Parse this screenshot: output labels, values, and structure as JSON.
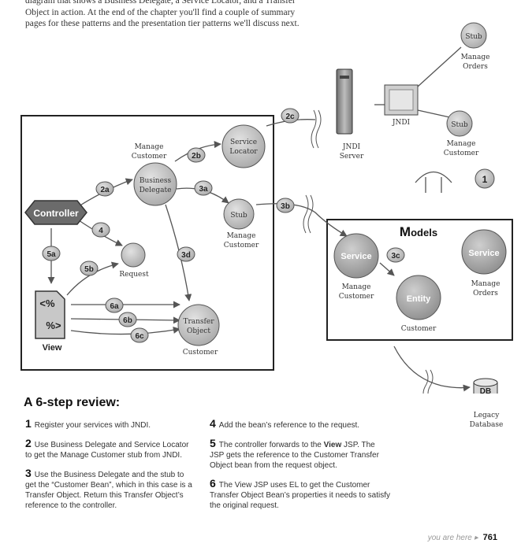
{
  "intro": "diagram that shows a Business Delegate, a Service Locator, and a Transfer Object in action. At the end of the chapter you'll find a couple of summary pages for these patterns and the presentation tier patterns we'll discuss next.",
  "diagram": {
    "controller": "Controller",
    "view": "View",
    "view_glyph_top": "<%",
    "view_glyph_bottom": "%>",
    "business_delegate": {
      "line1": "Business",
      "line2": "Delegate",
      "caption1": "Manage",
      "caption2": "Customer"
    },
    "service_locator": {
      "line1": "Service",
      "line2": "Locator"
    },
    "stub_center": {
      "label": "Stub",
      "caption1": "Manage",
      "caption2": "Customer"
    },
    "request": "Request",
    "transfer_object": {
      "line1": "Transfer",
      "line2": "Object",
      "caption": "Customer"
    },
    "jndi_server": {
      "line1": "JNDI",
      "line2": "Server"
    },
    "jndi": "JNDI",
    "stub_orders": {
      "label": "Stub",
      "caption1": "Manage",
      "caption2": "Orders"
    },
    "stub_customer": {
      "label": "Stub",
      "caption1": "Manage",
      "caption2": "Customer"
    },
    "step_one": "1",
    "models": {
      "title_first": "M",
      "title_rest": "odels",
      "service_left": "Service",
      "service_left_caption1": "Manage",
      "service_left_caption2": "Customer",
      "entity": "Entity",
      "entity_caption": "Customer",
      "service_right": "Service",
      "service_right_caption1": "Manage",
      "service_right_caption2": "Orders"
    },
    "db": "DB",
    "db_caption1": "Legacy",
    "db_caption2": "Database",
    "steps": [
      "2a",
      "2b",
      "2c",
      "3a",
      "3b",
      "3c",
      "3d",
      "4",
      "5a",
      "5b",
      "6a",
      "6b",
      "6c"
    ]
  },
  "review": {
    "title": "A 6-step review:",
    "steps": [
      {
        "num": "1",
        "text": "Register your services with JNDI."
      },
      {
        "num": "2",
        "text": "Use Business Delegate and Service Locator to get the Manage Customer stub from JNDI."
      },
      {
        "num": "3",
        "text": "Use the Business Delegate and the stub to get the “Customer Bean”, which in this case is a Transfer Object.  Return this Transfer Object’s reference to the controller."
      },
      {
        "num": "4",
        "text": "Add the bean’s reference to the request."
      },
      {
        "num": "5",
        "text_before": "The controller forwards to the ",
        "text_bold": "View",
        "text_after": " JSP. The JSP gets the reference to the Customer Transfer Object bean from the request object."
      },
      {
        "num": "6",
        "text": "The View JSP uses EL to get the Customer Transfer Object Bean’s properties it needs to satisfy the original request."
      }
    ]
  },
  "footer": {
    "label": "you are here ▸",
    "page": "761"
  }
}
